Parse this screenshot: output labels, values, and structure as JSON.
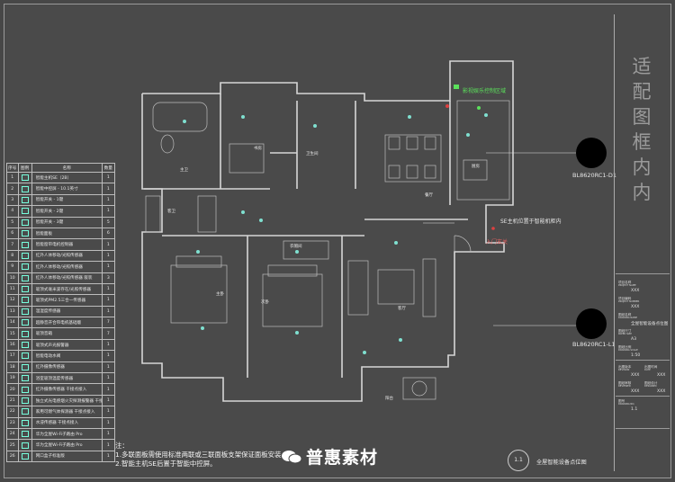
{
  "legend": {
    "header": {
      "no": "序号",
      "icon": "图例",
      "name": "名称",
      "qty": "数量"
    },
    "rows": [
      {
        "no": "1",
        "name": "智能主机SE（2B）",
        "qty": "1"
      },
      {
        "no": "2",
        "name": "智能中控屏 - 10.1英寸",
        "qty": "1"
      },
      {
        "no": "3",
        "name": "智能开关 - 1键",
        "qty": "1"
      },
      {
        "no": "4",
        "name": "智能开关 - 2键",
        "qty": "1"
      },
      {
        "no": "5",
        "name": "智能开关 - 3键",
        "qty": "5"
      },
      {
        "no": "6",
        "name": "智能面板",
        "qty": "6"
      },
      {
        "no": "7",
        "name": "智能窗帘电机控制器",
        "qty": "1"
      },
      {
        "no": "8",
        "name": "红外人体移动/光照传感器",
        "qty": "1"
      },
      {
        "no": "9",
        "name": "红外人体移动/光照传感器",
        "qty": "1"
      },
      {
        "no": "10",
        "name": "红外人体移动/光照传感器 嵌装",
        "qty": "3"
      },
      {
        "no": "11",
        "name": "吸顶式毫米波存在/光照传感器",
        "qty": "1"
      },
      {
        "no": "12",
        "name": "吸顶式PM2.5三合一传感器",
        "qty": "1"
      },
      {
        "no": "13",
        "name": "温湿度传感器",
        "qty": "1"
      },
      {
        "no": "14",
        "name": "超静音开合帘电机基础版",
        "qty": "7"
      },
      {
        "no": "15",
        "name": "吸顶音箱",
        "qty": "7"
      },
      {
        "no": "16",
        "name": "吸顶式声光报警器",
        "qty": "1"
      },
      {
        "no": "17",
        "name": "智能电动水阀",
        "qty": "1"
      },
      {
        "no": "18",
        "name": "红外摄像传感器",
        "qty": "1"
      },
      {
        "no": "19",
        "name": "浴室吸顶温度传感器",
        "qty": "1"
      },
      {
        "no": "20",
        "name": "红外摄像传感器 干接点接入",
        "qty": "1"
      },
      {
        "no": "21",
        "name": "独立式光电感烟火灾探测报警器 干接点接入",
        "qty": "1"
      },
      {
        "no": "22",
        "name": "家用可燃气体探测器 干接点接入",
        "qty": "1"
      },
      {
        "no": "23",
        "name": "水浸传感器 干接点接入",
        "qty": "1"
      },
      {
        "no": "24",
        "name": "华为全屋Wi-Fi子路由 Pro",
        "qty": "1"
      },
      {
        "no": "25",
        "name": "华为全屋Wi-Fi子路由 Pro",
        "qty": "1"
      },
      {
        "no": "26",
        "name": "网口盒子标准版",
        "qty": "1"
      }
    ]
  },
  "plan_labels": {
    "zone": "影视娱乐控制区域",
    "host_note": "SE主机位置于智能机柜内",
    "entry": "入门玄关",
    "rooms": [
      "书房",
      "卫生间",
      "主卫",
      "厨房",
      "餐厅",
      "主卧",
      "次卧",
      "客厅",
      "阳台",
      "衣帽间",
      "客卫"
    ]
  },
  "cameras": [
    {
      "label": "BL8620RC1-D1"
    },
    {
      "label": "BL8620RC1-L1"
    }
  ],
  "titleblock": {
    "big_text": "适配图框内内",
    "fields": [
      {
        "label": "项目名称",
        "sub": "PROJECT NAME",
        "value": "XXX"
      },
      {
        "label": "项目编码",
        "sub": "PROJECT NUMBER",
        "value": "XXX"
      },
      {
        "label": "图纸名称",
        "sub": "DRAWING NAME",
        "value": "全屋智能设备点位图"
      },
      {
        "label": "图纸尺寸",
        "sub": "PAPER SIZE",
        "value": "A3"
      },
      {
        "label": "图纸比例",
        "sub": "DRAWING SCALE",
        "value": "1:50"
      },
      {
        "label": "出图版本",
        "sub": "REVISION",
        "value": "XXX"
      },
      {
        "label": "出图时间",
        "sub": "DATE",
        "value": "XXX"
      },
      {
        "label": "图纸审核",
        "sub": "REVIEWED",
        "value": "XXX"
      },
      {
        "label": "图纸设计",
        "sub": "DESIGNED",
        "value": "XXX"
      },
      {
        "label": "图号",
        "sub": "DRAWING NO.",
        "value": "1.1"
      }
    ]
  },
  "notes": {
    "title": "注：",
    "lines": [
      "1.多联面板需使用标准两联或三联面板支架保证面板安装",
      "2.智能主机SE后置于智能中控屏。"
    ]
  },
  "footer": {
    "number": "1.1",
    "drawing_title": "全屋智能设备点位图",
    "watermark": "普惠素材"
  },
  "colors": {
    "background": "#4a4a4a",
    "lines": "#d8d8d8",
    "accent_green": "#5be15b",
    "accent_red": "#e04040",
    "device_cyan": "#7fe0d0"
  }
}
